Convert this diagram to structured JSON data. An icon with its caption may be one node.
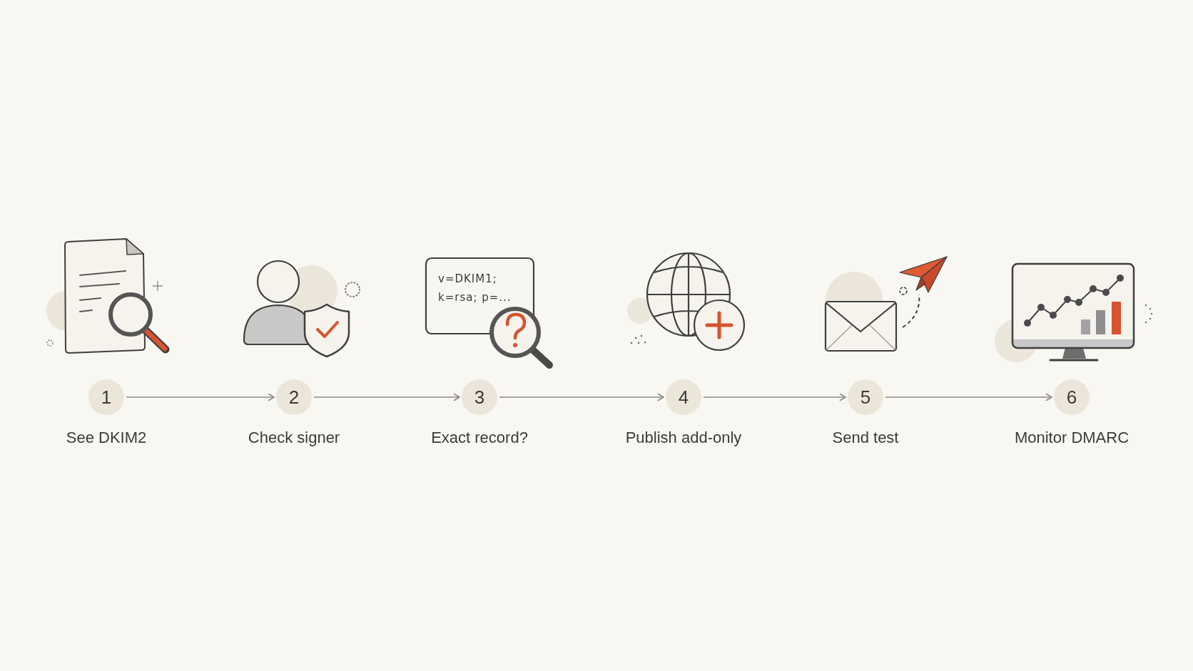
{
  "diagram": {
    "nodes": [
      {
        "text": [
          "1"
        ],
        "beside": [
          "See DKIM2"
        ]
      },
      {
        "text": [
          "2"
        ],
        "beside": [
          "Check signer"
        ]
      },
      {
        "text": [
          "3"
        ],
        "beside": [
          "Exact record?"
        ]
      },
      {
        "text": [
          "4"
        ],
        "beside": [
          "Publish add-only"
        ]
      },
      {
        "text": [
          "5"
        ],
        "beside": [
          "Send test"
        ]
      },
      {
        "text": [
          "6"
        ],
        "beside": [
          "Monitor DMARC"
        ]
      }
    ],
    "edges": [
      {
        "from": 0,
        "to": 1,
        "arrow": "to"
      },
      {
        "from": 1,
        "to": 2,
        "arrow": "to"
      },
      {
        "from": 2,
        "to": 3,
        "arrow": "to"
      },
      {
        "from": 3,
        "to": 4,
        "arrow": "to"
      },
      {
        "from": 4,
        "to": 5,
        "arrow": "to"
      }
    ],
    "labels": [
      "v=DKIM1; k=rsa; p=..."
    ]
  }
}
